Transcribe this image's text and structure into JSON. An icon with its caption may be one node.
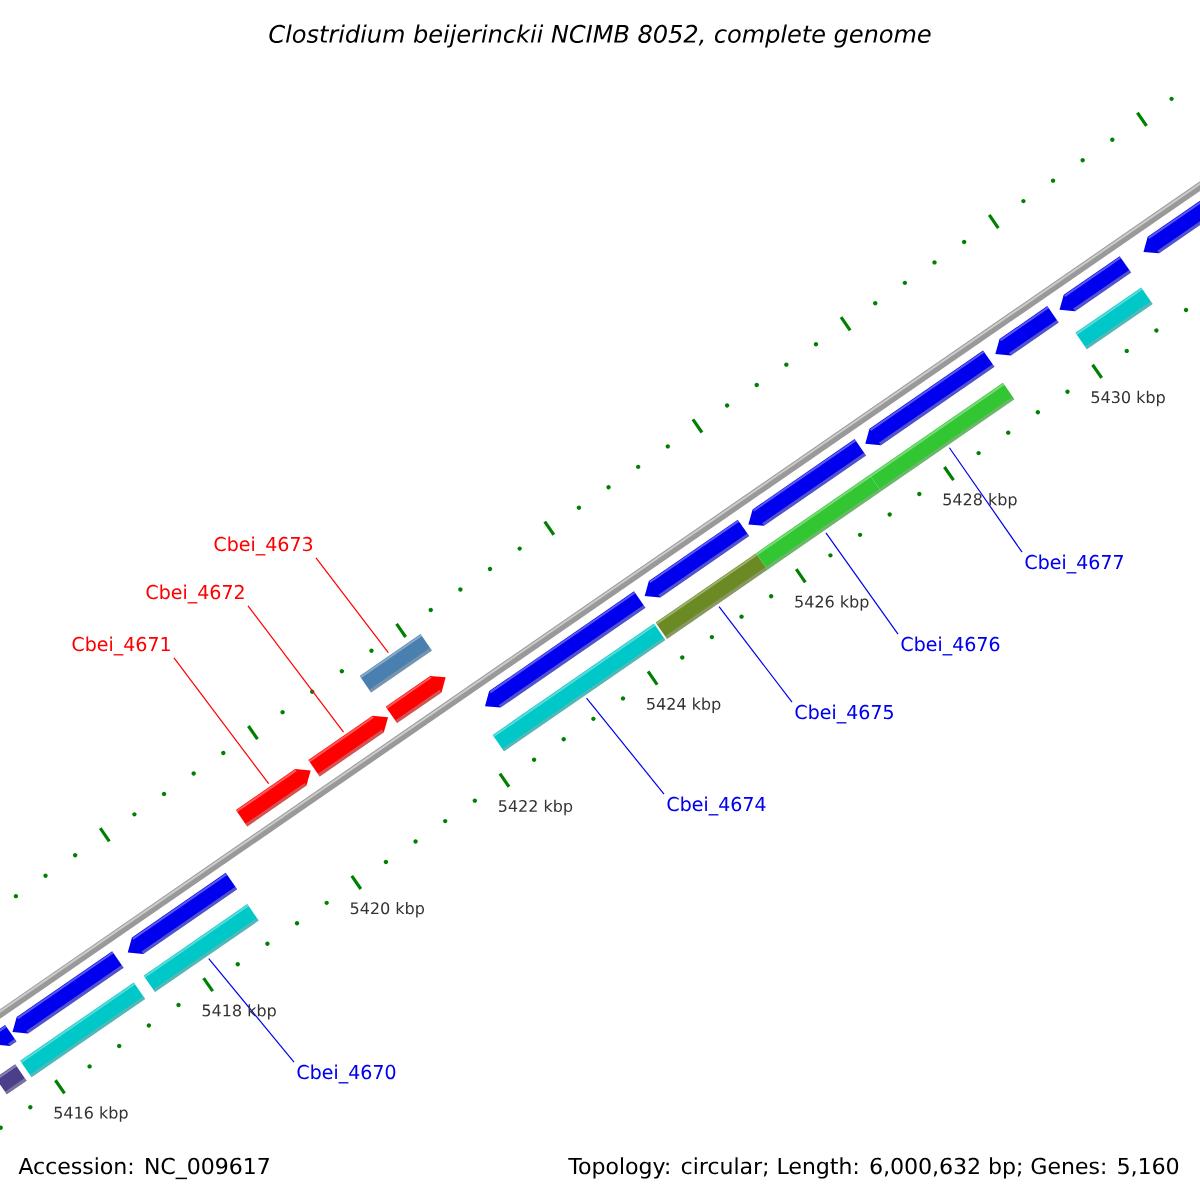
{
  "diagram": {
    "title": "Clostridium beijerinckii NCIMB 8052, complete genome",
    "nodes": [
      {
        "text": [
          "Cbei_4670"
        ]
      },
      {
        "text": [
          "Cbei_4671"
        ]
      },
      {
        "text": [
          "Cbei_4672"
        ]
      },
      {
        "text": [
          "Cbei_4673"
        ]
      },
      {
        "text": [
          "Cbei_4674"
        ]
      },
      {
        "text": [
          "Cbei_4675"
        ]
      },
      {
        "text": [
          "Cbei_4676"
        ]
      },
      {
        "text": [
          "Cbei_4677"
        ]
      },
      {
        "text": [],
        "shape": "bar"
      },
      {
        "text": [],
        "shape": "arrow"
      },
      {
        "text": [],
        "shape": "arrow"
      },
      {
        "text": [],
        "shape": "bar"
      },
      {
        "text": [],
        "shape": "bar"
      },
      {
        "text": [],
        "shape": "bar"
      },
      {
        "text": [],
        "shape": "bar"
      },
      {
        "text": [],
        "shape": "bar"
      },
      {
        "text": [],
        "shape": "arrow"
      },
      {
        "text": [],
        "shape": "arrow"
      },
      {
        "text": [],
        "shape": "arrow"
      },
      {
        "text": [],
        "shape": "arrow"
      },
      {
        "text": [],
        "shape": "arrow"
      },
      {
        "text": [],
        "shape": "arrow"
      },
      {
        "text": [],
        "shape": "arrow"
      },
      {
        "text": [],
        "shape": "arrow"
      },
      {
        "text": [],
        "shape": "arrow"
      },
      {
        "text": [],
        "shape": "arrow"
      },
      {
        "text": [],
        "shape": "bar"
      },
      {
        "text": [],
        "shape": "bar"
      },
      {
        "text": [],
        "shape": "bar"
      },
      {
        "text": [],
        "shape": "arrow"
      }
    ],
    "edges": [
      {
        "from": 0,
        "to": 8,
        "arrow": "none"
      },
      {
        "from": 1,
        "to": 9,
        "arrow": "none",
        "color": "#ff0000"
      },
      {
        "from": 2,
        "to": 10,
        "arrow": "none",
        "color": "#ff0000"
      },
      {
        "from": 3,
        "to": 11,
        "arrow": "none",
        "color": "#ff0000"
      },
      {
        "from": 4,
        "to": 12,
        "arrow": "none"
      },
      {
        "from": 5,
        "to": 13,
        "arrow": "none"
      },
      {
        "from": 6,
        "to": 14,
        "arrow": "none"
      },
      {
        "from": 7,
        "to": 15,
        "arrow": "none"
      }
    ],
    "labels": [
      "5430 kbp",
      "5428 kbp",
      "5426 kbp",
      "5424 kbp",
      "5422 kbp",
      "5420 kbp",
      "5418 kbp",
      "5416 kbp",
      "Accession: NC_009617",
      "Topology: circular; Length: 6,000,632 bp; Genes: 5,160"
    ]
  }
}
